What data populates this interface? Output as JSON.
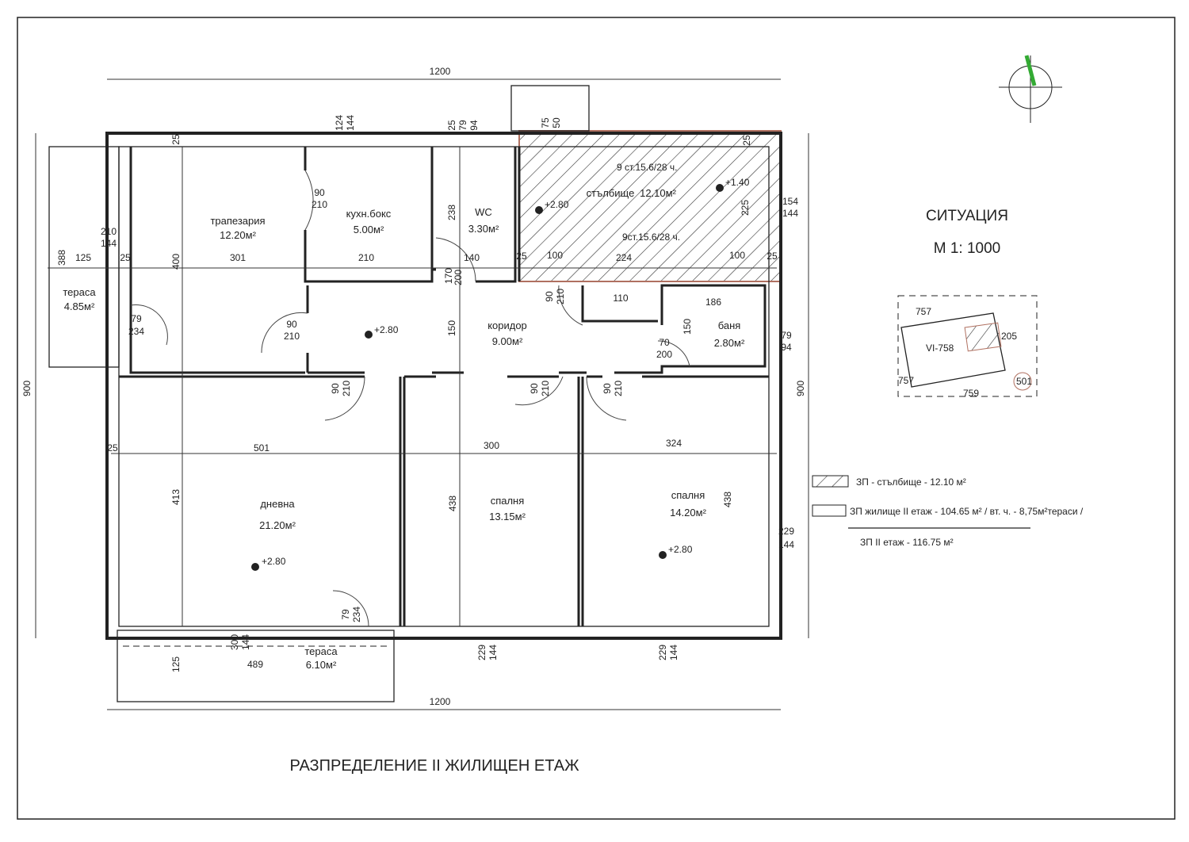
{
  "title": "РАЗПРЕДЕЛЕНИЕ   II  ЖИЛИЩЕН  ЕТАЖ",
  "situation": {
    "title": "СИТУАЦИЯ",
    "scale": "М  1: 1000",
    "plot": "VI-758",
    "n1": "757",
    "n2": "757",
    "n3": "759",
    "n4": "205",
    "n5": "501"
  },
  "legend": {
    "stairs": "ЗП - стълбище   - 12.10 м²",
    "dwelling": "ЗП жилище  II етаж - 104.65 м² / вт. ч. - 8,75м²тераси /",
    "total": "ЗП   II етаж - 116.75 м²"
  },
  "rooms": [
    {
      "name": "трапезария",
      "area": "12.20м²"
    },
    {
      "name": "кухн.бокс",
      "area": "5.00м²"
    },
    {
      "name": "WC",
      "area": "3.30м²"
    },
    {
      "name": "стълбище",
      "area": "12.10м²"
    },
    {
      "name": "коридор",
      "area": "9.00м²"
    },
    {
      "name": "баня",
      "area": "2.80м²"
    },
    {
      "name": "тераса",
      "area": "4.85м²"
    },
    {
      "name": "дневна",
      "area": "21.20м²"
    },
    {
      "name": "спалня",
      "area": "13.15м²"
    },
    {
      "name": "спалня",
      "area": "14.20м²"
    },
    {
      "name": "тераса",
      "area": "6.10м²"
    }
  ],
  "levels": [
    "+2.80",
    "+2.80",
    "+1.40",
    "+2.80",
    "+2.80"
  ],
  "stairs_notes": [
    "9 ст.15.6/28 ч.",
    "9ст.15.6/28 ч."
  ],
  "dims": [
    "1200",
    "1200",
    "900",
    "900",
    "124",
    "144",
    "25",
    "79",
    "94",
    "75",
    "50",
    "154",
    "144",
    "210",
    "144",
    "388",
    "125",
    "25",
    "301",
    "210",
    "140",
    "100",
    "224",
    "100",
    "400",
    "238",
    "90",
    "210",
    "90",
    "210",
    "170",
    "200",
    "150",
    "79",
    "234",
    "110",
    "186",
    "150",
    "70",
    "200",
    "79",
    "94",
    "90",
    "210",
    "90",
    "210",
    "90",
    "210",
    "90",
    "210",
    "501",
    "300",
    "324",
    "25",
    "413",
    "438",
    "438",
    "229",
    "144",
    "79",
    "234",
    "300",
    "144",
    "125",
    "489",
    "229",
    "144",
    "229",
    "144",
    "25",
    "25",
    "25",
    "25",
    "225"
  ]
}
